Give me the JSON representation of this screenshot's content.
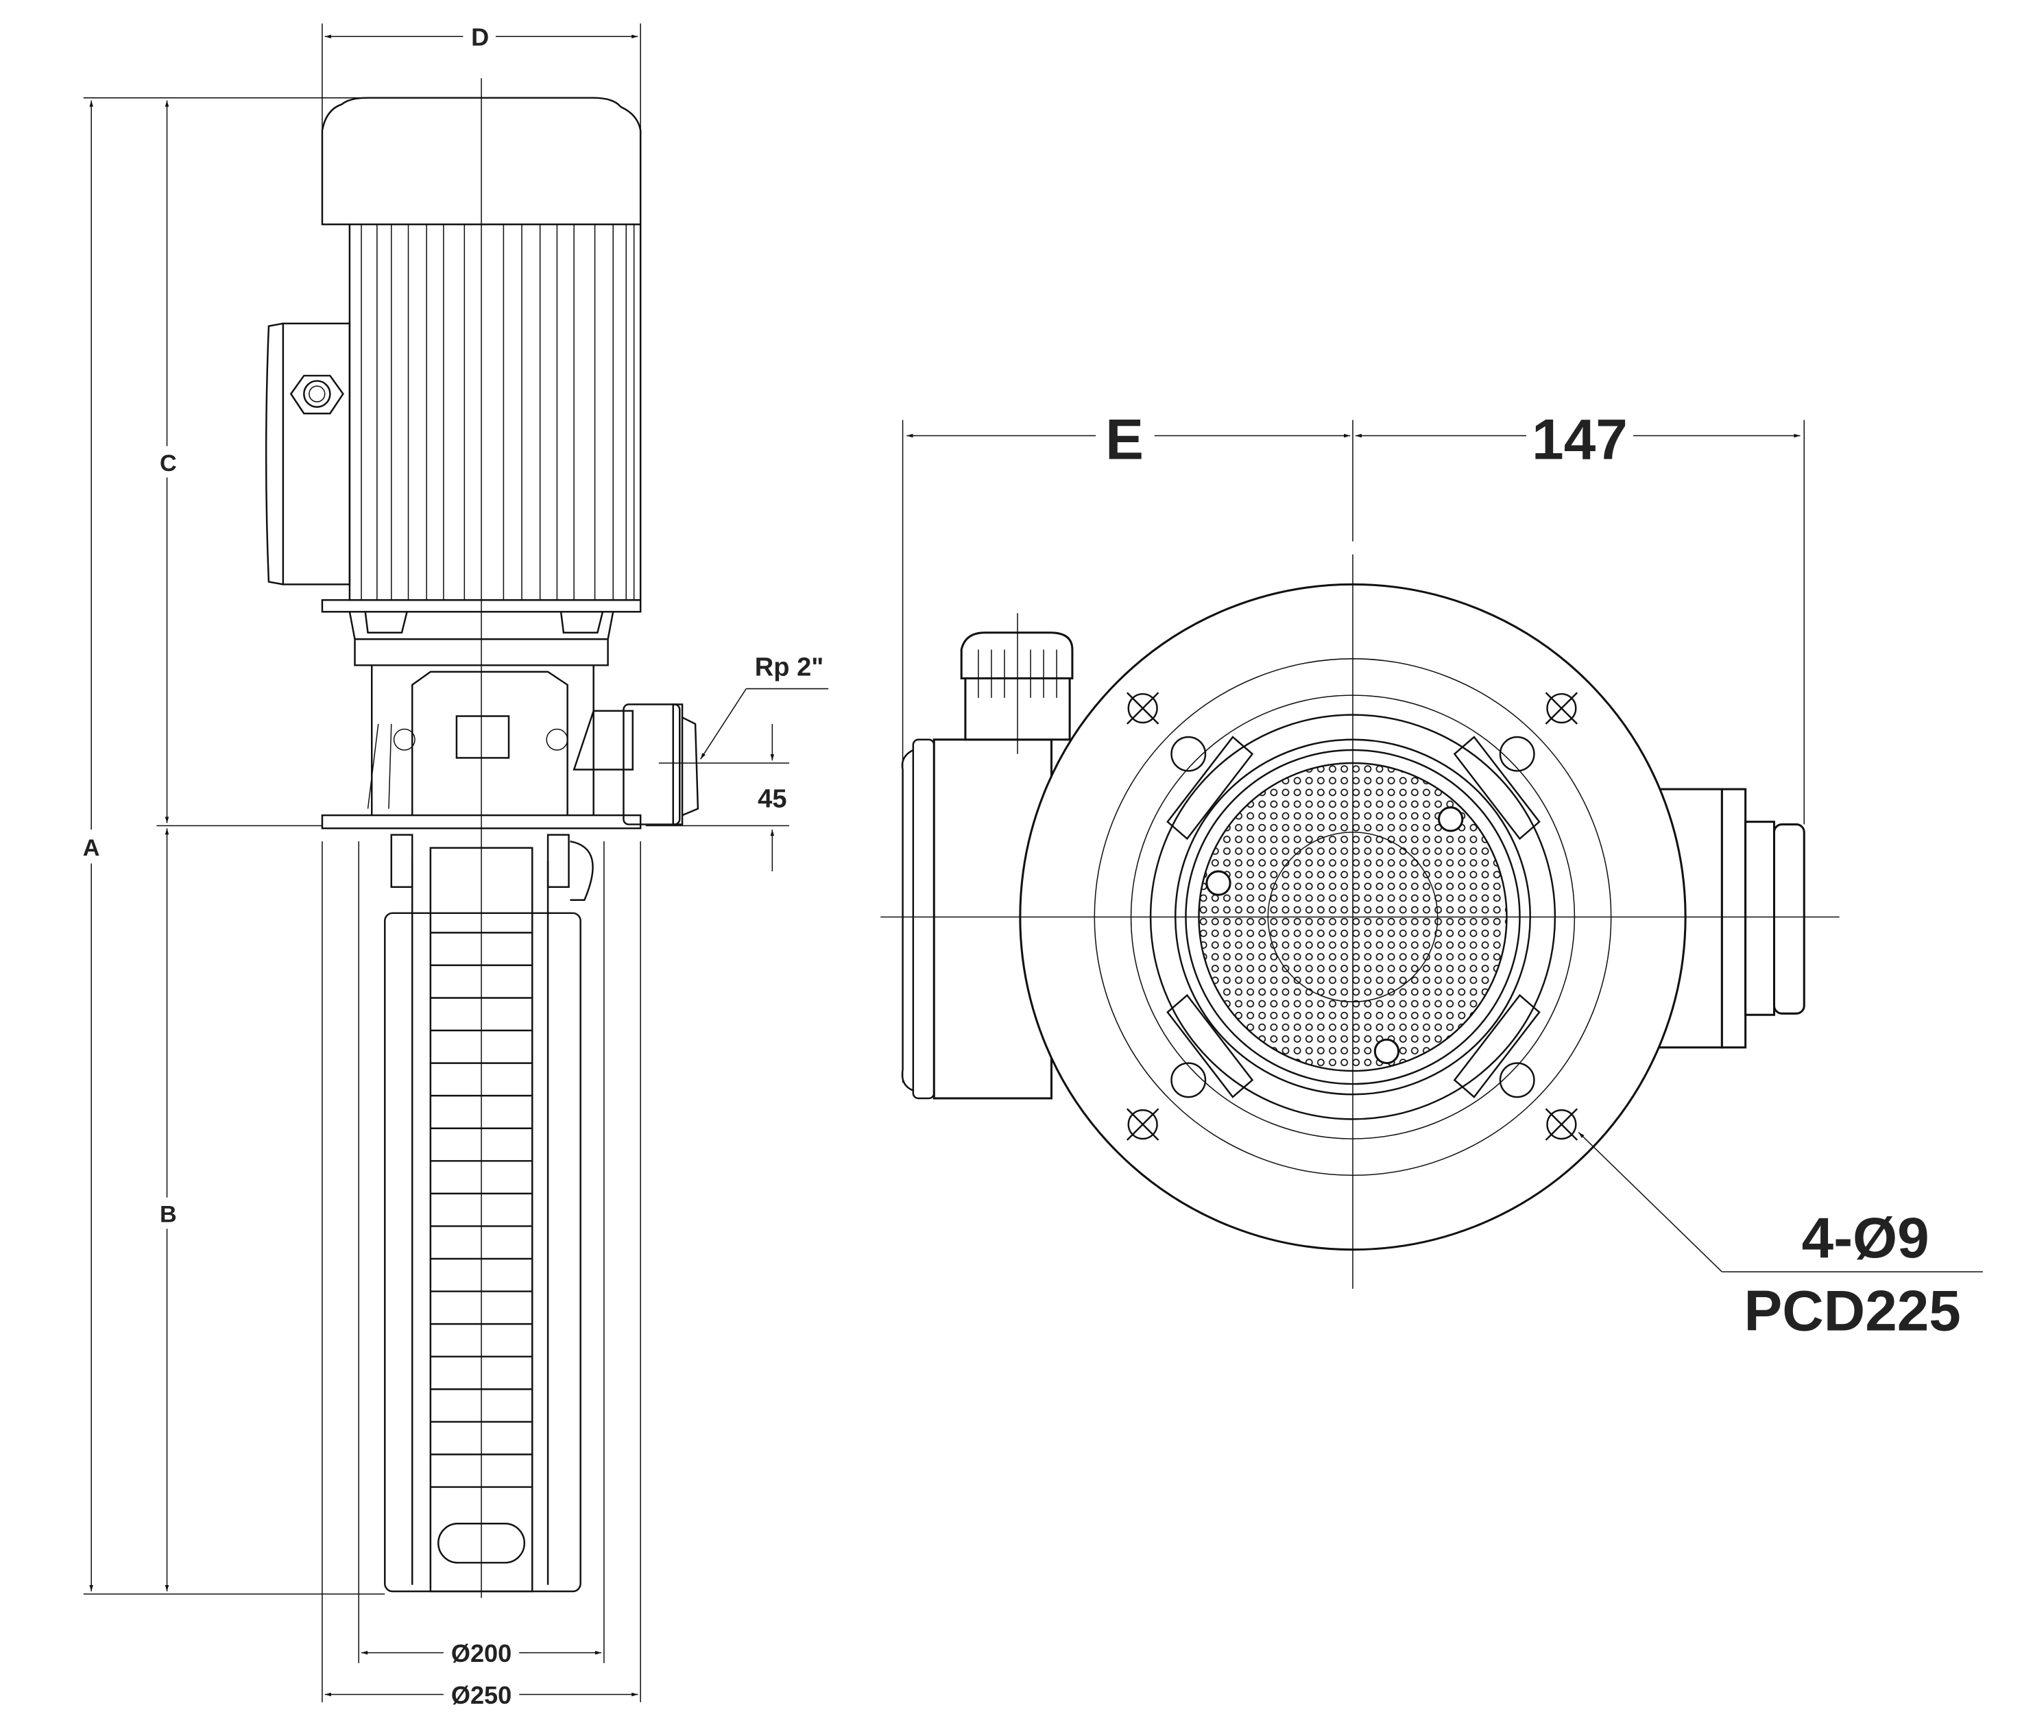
{
  "side_view": {
    "dim_D": "D",
    "dim_A": "A",
    "dim_B": "B",
    "dim_C": "C",
    "outlet_thread": "Rp 2\"",
    "outlet_height": "45",
    "inner_diameter": "Ø200",
    "outer_diameter": "Ø250"
  },
  "bottom_view": {
    "dim_E": "E",
    "dim_147": "147",
    "bolt_holes": "4-Ø9",
    "pitch_circle": "PCD225"
  },
  "colors": {
    "line": "#111111",
    "background": "#ffffff"
  }
}
